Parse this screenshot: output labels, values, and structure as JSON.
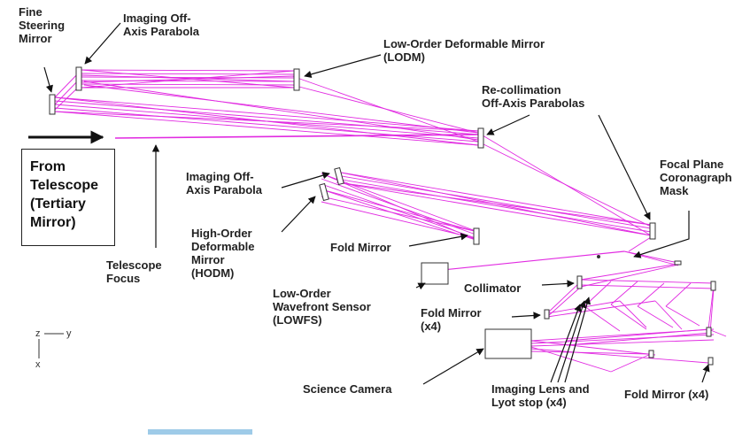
{
  "labels": {
    "fine_steering_mirror": "Fine\nSteering\nMirror",
    "imaging_oap_top": "Imaging Off-\nAxis Parabola",
    "lodm": "Low-Order Deformable Mirror\n(LODM)",
    "recollimation_oaps": "Re-collimation\nOff-Axis Parabolas",
    "from_telescope": "From\nTelescope\n(Tertiary\nMirror)",
    "imaging_oap_lower": "Imaging Off-\nAxis Parabola",
    "focal_plane_mask": "Focal Plane\nCoronagraph\nMask",
    "hodm": "High-Order\nDeformable\nMirror\n(HODM)",
    "fold_mirror_mid": "Fold Mirror",
    "telescope_focus": "Telescope\nFocus",
    "lowfs": "Low-Order\nWavefront Sensor\n(LOWFS)",
    "collimator": "Collimator",
    "fold_mirror_x4_left": "Fold Mirror\n(x4)",
    "science_camera": "Science Camera",
    "imaging_lens_lyot": "Imaging Lens and\nLyot stop (x4)",
    "fold_mirror_x4_bottom": "Fold Mirror (x4)"
  },
  "axes": {
    "z": "z",
    "y": "y",
    "x": "x"
  },
  "colors": {
    "beam": "#e020e0",
    "line": "#111111",
    "background": "#ffffff",
    "bar": "#9ecbe8"
  }
}
